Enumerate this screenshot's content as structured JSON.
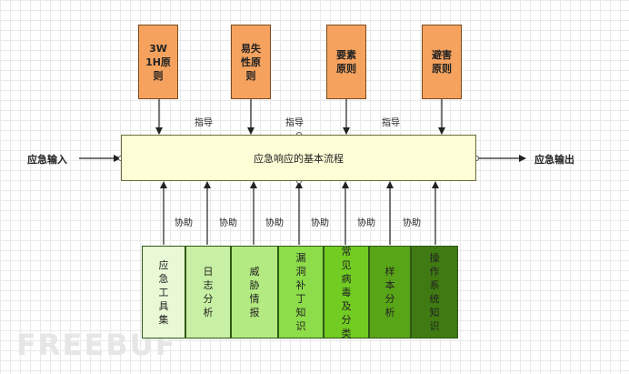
{
  "principles": [
    "3W 1H原则",
    "易失性原则",
    "要素原则",
    "避害原则"
  ],
  "guide_label": "指导",
  "process_label": "应急响应的基本流程",
  "input_label": "应急输入",
  "output_label": "应急输出",
  "assist_label": "协助",
  "knowledge": [
    "应急工具集",
    "日志分析",
    "威胁情报",
    "漏洞补丁知识",
    "常见病毒及分类",
    "样本分析",
    "操作系统知识"
  ],
  "colors": {
    "principle_fill": "#f5a25e",
    "process_fill": "#fdfdd6",
    "knowledge_fills": [
      "#e9f9d6",
      "#c8f0a4",
      "#b4ea82",
      "#8ddc4a",
      "#72cc22",
      "#59a518",
      "#3f7a12"
    ]
  },
  "watermark": "FREEBUF"
}
